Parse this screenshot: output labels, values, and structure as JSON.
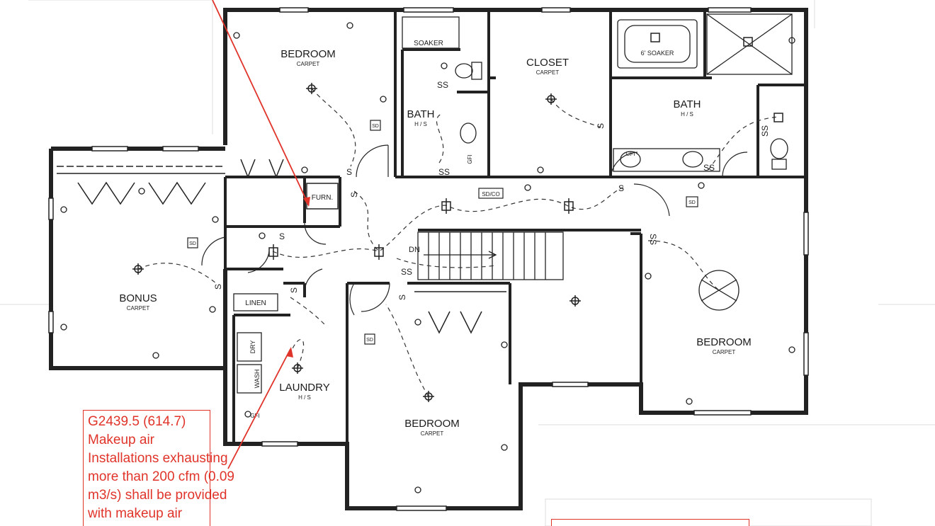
{
  "rooms": {
    "bedroom_nw": {
      "name": "BEDROOM",
      "floor": "CARPET"
    },
    "bath_small": {
      "name": "BATH",
      "floor": "H / S"
    },
    "closet": {
      "name": "CLOSET",
      "floor": "CARPET"
    },
    "bath_master": {
      "name": "BATH",
      "floor": "H / S"
    },
    "bonus": {
      "name": "BONUS",
      "floor": "CARPET"
    },
    "laundry": {
      "name": "LAUNDRY",
      "floor": "H / S"
    },
    "bedroom_s": {
      "name": "BEDROOM",
      "floor": "CARPET"
    },
    "bedroom_e": {
      "name": "BEDROOM",
      "floor": "CARPET"
    }
  },
  "fixtures": {
    "soaker": "SOAKER",
    "soaker_6": "6' SOAKER",
    "furnace": "FURN.",
    "linen": "LINEN",
    "dryer": "DRY",
    "washer": "WASH",
    "stairs": "DN",
    "sd": "SD",
    "sd_co": "SD/CO",
    "gfi": "GFI",
    "switch": "S",
    "switch_double": "SS"
  },
  "callout_makeup": {
    "lines": [
      "G2439.5 (614.7)",
      "Makeup air",
      "Installations exhausting",
      "more than 200 cfm (0.09",
      "m3/s) shall be provided",
      "with makeup air"
    ]
  },
  "colors": {
    "wall": "#222222",
    "annotation": "#e0342a",
    "line": "#333333"
  }
}
